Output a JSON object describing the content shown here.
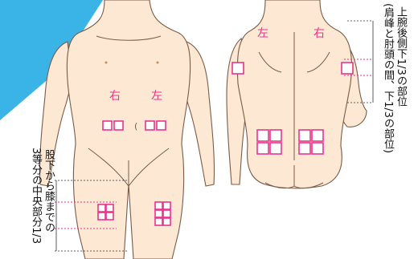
{
  "front_figure": {
    "right_label": "右",
    "left_label": "左",
    "belly_mark": "("
  },
  "back_figure": {
    "left_label": "左",
    "right_label": "右"
  },
  "thigh_caption": {
    "lines": [
      "股下から膝までの",
      "3等分の中央部分1/3"
    ]
  },
  "arm_caption": {
    "lines": [
      "上腕後側下1/3の部位",
      "(肩峰と肘頭の間、下1/3の部位)"
    ]
  },
  "colors": {
    "accent_pink": "#e8358c",
    "skin": "#fde8d4",
    "outline": "#7a5b48",
    "decor_blue": "#3ab4e6"
  }
}
